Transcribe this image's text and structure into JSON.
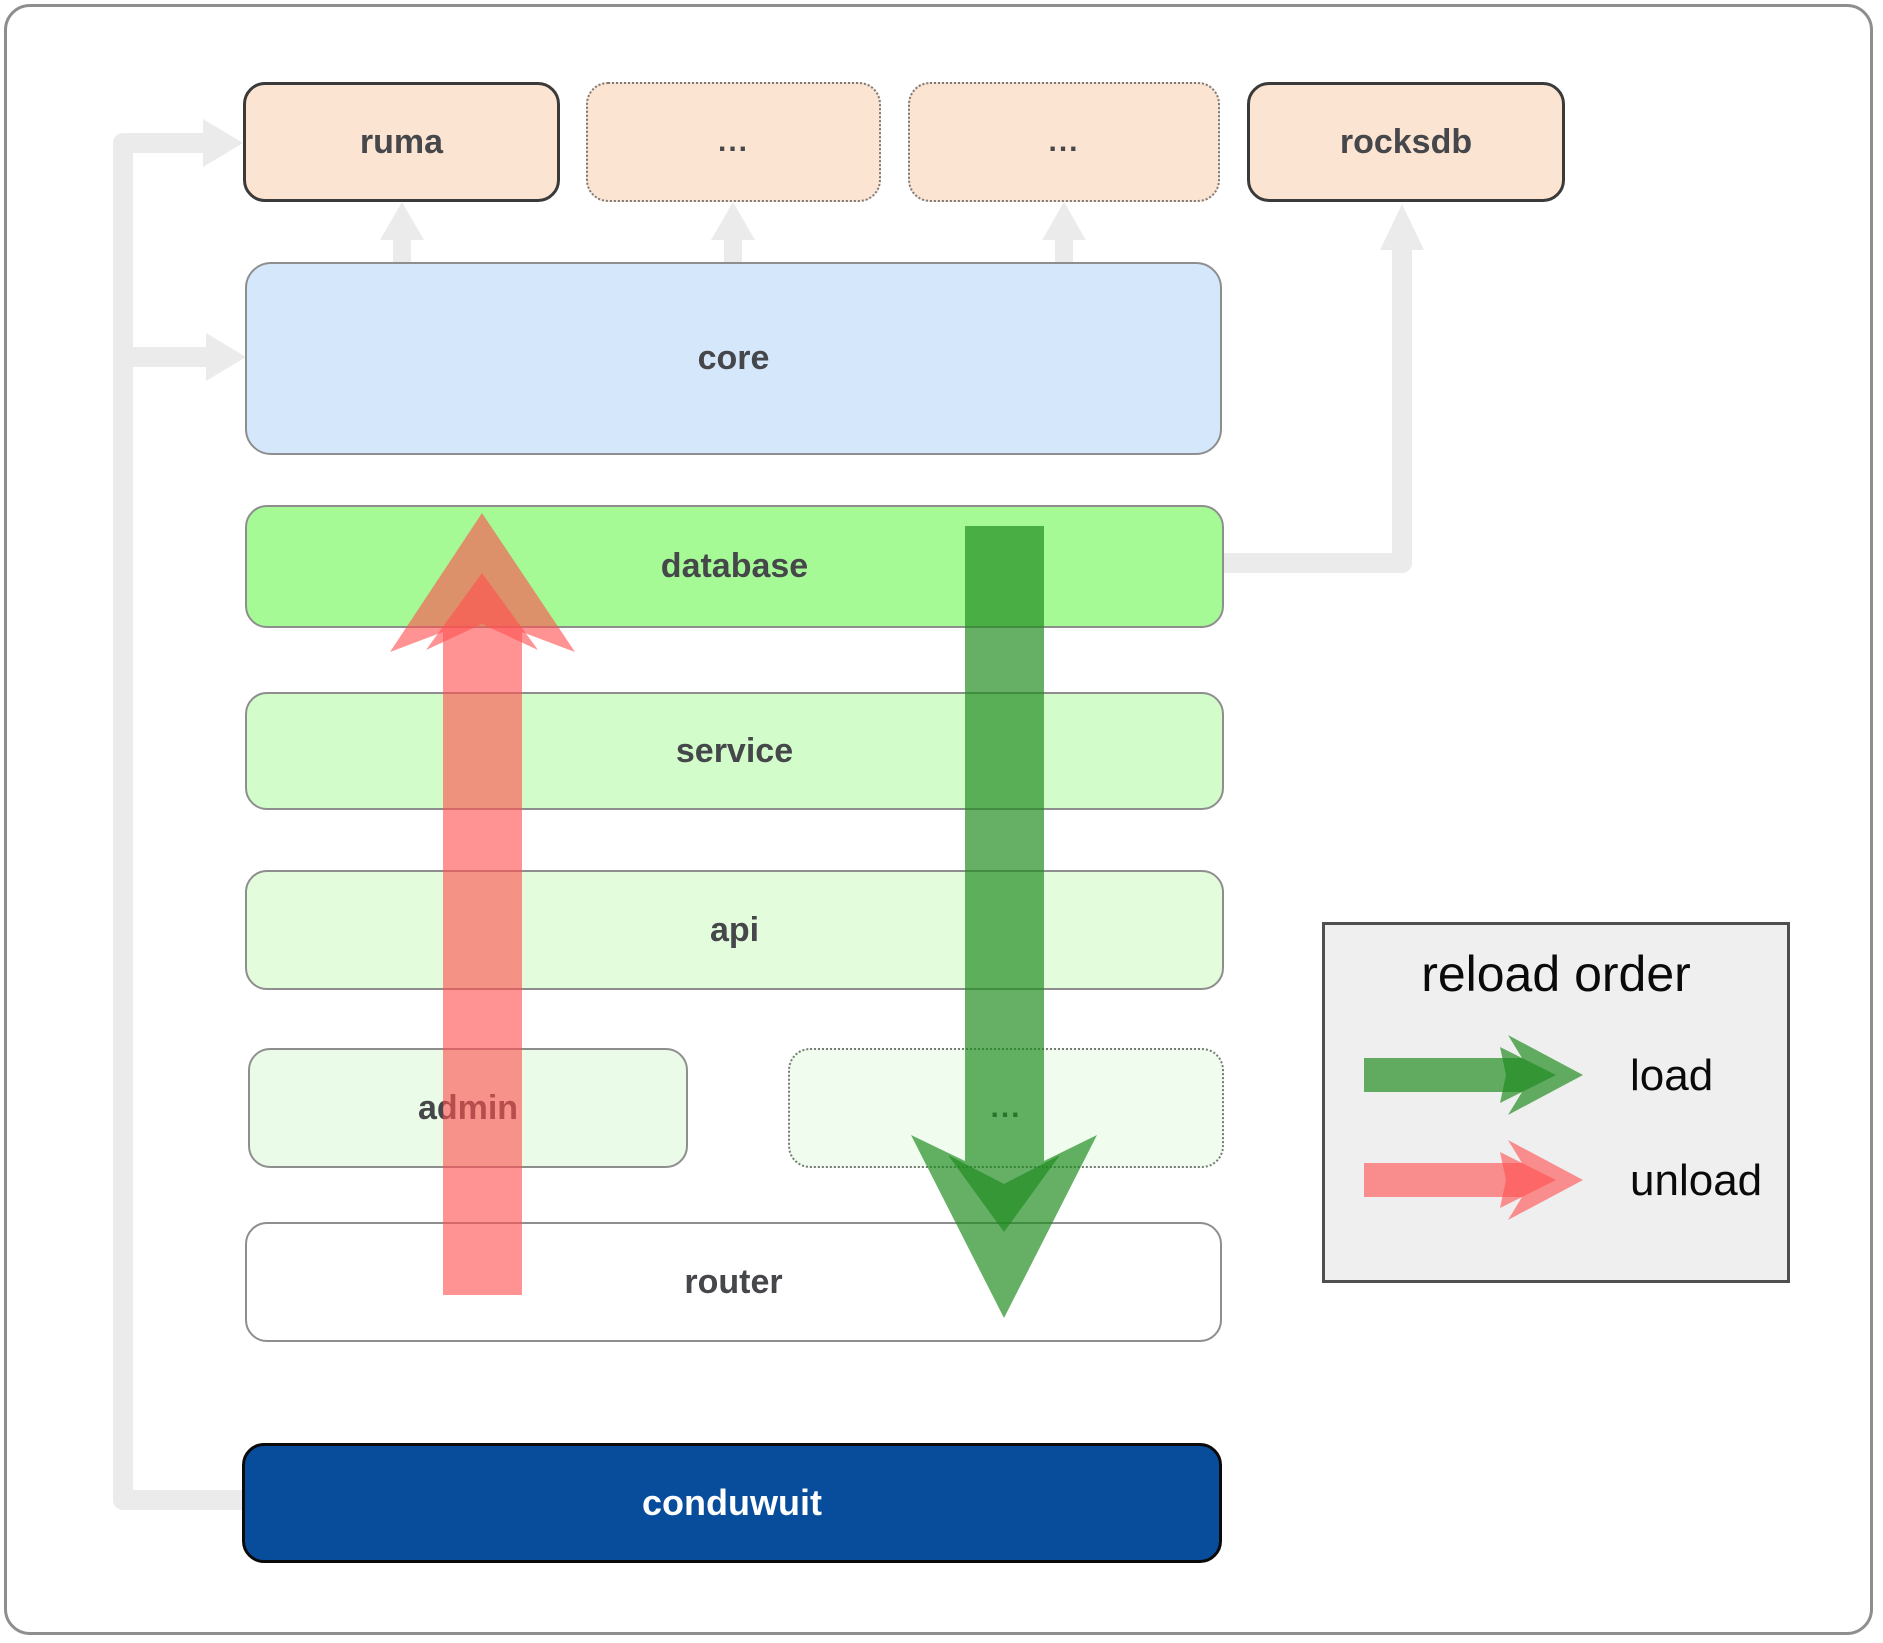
{
  "boxes": {
    "ruma": {
      "label": "ruma"
    },
    "ellipsis_top_1": {
      "label": "..."
    },
    "ellipsis_top_2": {
      "label": "..."
    },
    "rocksdb": {
      "label": "rocksdb"
    },
    "core": {
      "label": "core"
    },
    "database": {
      "label": "database"
    },
    "service": {
      "label": "service"
    },
    "api": {
      "label": "api"
    },
    "admin": {
      "label": "admin"
    },
    "ellipsis_admin": {
      "label": "..."
    },
    "router": {
      "label": "router"
    },
    "conduwuit": {
      "label": "conduwuit"
    }
  },
  "legend": {
    "title": "reload order",
    "load_label": "load",
    "unload_label": "unload"
  },
  "colors": {
    "load_arrow": "#1e8b1e",
    "unload_arrow": "#ff5050",
    "connector_gray": "#ebebeb",
    "module_peach": "#fce4d2",
    "core_blue": "#d4e7fb",
    "database_green": "#a6fa96",
    "service_green": "#d2fcc9",
    "api_green": "#e3fcdc",
    "admin_green": "#eafce7",
    "conduwuit_blue": "#074d9b"
  }
}
